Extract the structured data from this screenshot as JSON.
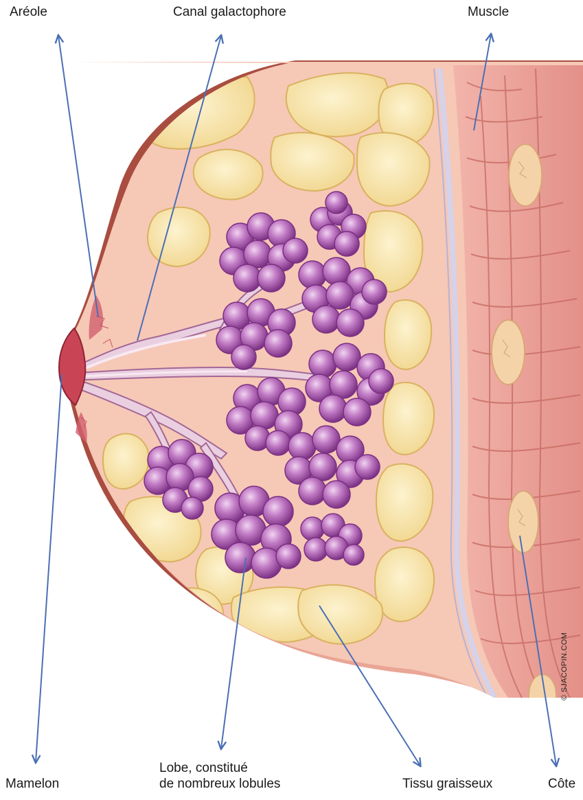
{
  "labels": {
    "areole": "Aréole",
    "canal": "Canal galactophore",
    "muscle": "Muscle",
    "mamelon": "Mamelon",
    "lobe_line1": "Lobe, constitué",
    "lobe_line2": "de nombreux lobules",
    "tissu": "Tissu graisseux",
    "cote": "Côte"
  },
  "credit": "© SJACOPIN.COM",
  "colors": {
    "arrow": "#4a6fb5",
    "skin_outer": "#b8584a",
    "skin_inner": "#f0b9a4",
    "tissue_bg": "#f5c6b4",
    "fat": "#f7e4a8",
    "fat_edge": "#e8c877",
    "lobule": "#b468b8",
    "lobule_dark": "#8a3f91",
    "lobule_light": "#e4b8e4",
    "duct": "#e9c3d6",
    "muscle": "#e9a8a0",
    "muscle_line": "#c8706a",
    "rib": "#f4d2a8",
    "fascia": "#c8c8e0"
  }
}
